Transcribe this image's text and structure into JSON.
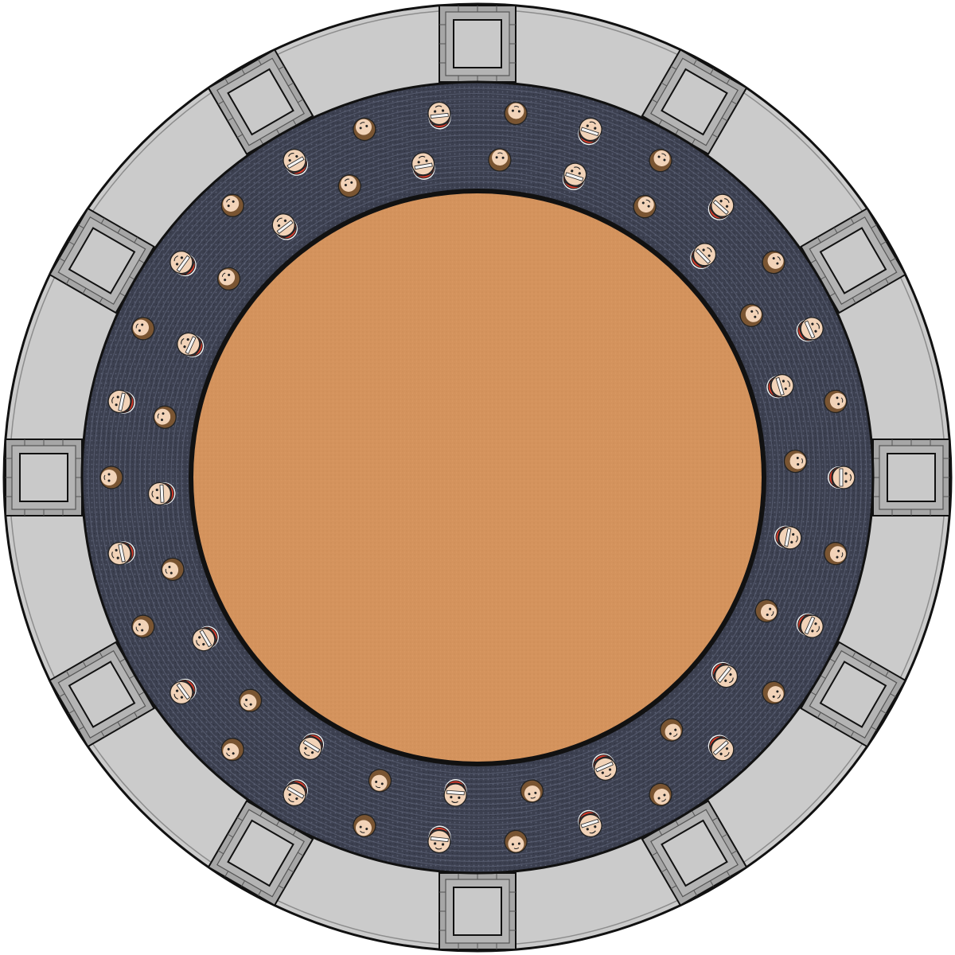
{
  "colors": {
    "background": "#ffffff",
    "outline": "#111111",
    "wall": "#cbcbcb",
    "pillar": "#a6a6a6",
    "pillar_inner": "#c9c9c9",
    "stands": "#3c4050",
    "stands_ring": "#4b5063",
    "field": "#d4935d",
    "skin": "#f2d3b8",
    "cap_red": "#d63a2b",
    "cap_white": "#f4f4f4",
    "hair_brown": "#7a5532"
  },
  "pillar_count": 12,
  "icons": {
    "pillar": "stone-pillar-icon",
    "capped": "spectator-cap-icon",
    "brown_hair": "spectator-brown-hair-icon"
  },
  "spectator_rows": [
    {
      "row": "outer",
      "pattern": [
        "cap",
        "hair",
        "cap",
        "hair",
        "cap",
        "hair",
        "cap",
        "hair",
        "cap",
        "hair",
        "cap",
        "hair",
        "cap",
        "hair",
        "cap",
        "hair",
        "cap",
        "hair",
        "cap",
        "hair",
        "cap",
        "hair",
        "cap",
        "hair",
        "cap",
        "hair",
        "cap",
        "hair",
        "cap",
        "hair"
      ]
    },
    {
      "row": "inner",
      "pattern": [
        "hair",
        "cap",
        "hair",
        "cap",
        "hair",
        "cap",
        "hair",
        "cap",
        "hair",
        "cap",
        "hair",
        "cap",
        "hair",
        "cap",
        "hair",
        "cap",
        "hair",
        "cap",
        "hair",
        "cap",
        "hair",
        "cap",
        "hair",
        "cap",
        "hair",
        "cap"
      ]
    }
  ]
}
